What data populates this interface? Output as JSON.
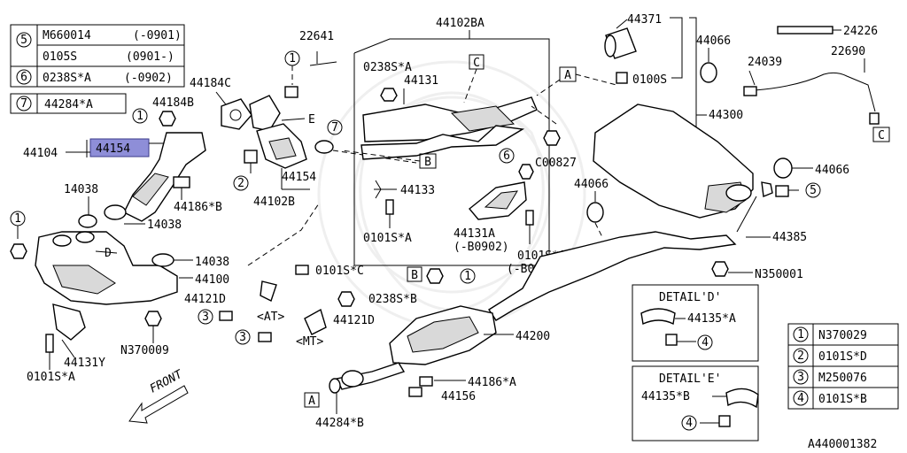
{
  "diagram_id": "A440001382",
  "front_label": "FRONT",
  "top_table": {
    "rows": [
      {
        "num": "5",
        "part": "M660014",
        "range": "(-0901)"
      },
      {
        "num": "",
        "part": "0105S",
        "range": "(0901-)"
      },
      {
        "num": "6",
        "part": "0238S*A",
        "range": "(-0902)"
      },
      {
        "num": "7",
        "part": "44284*A",
        "range": ""
      }
    ]
  },
  "legend": [
    {
      "num": "1",
      "part": "N370029"
    },
    {
      "num": "2",
      "part": "0101S*D"
    },
    {
      "num": "3",
      "part": "M250076"
    },
    {
      "num": "4",
      "part": "0101S*B"
    }
  ],
  "detail_d": {
    "title": "DETAIL'D'",
    "part": "44135*A",
    "ref": "4"
  },
  "detail_e": {
    "title": "DETAIL'E'",
    "part": "44135*B",
    "ref": "4"
  },
  "highlight_part": "44154",
  "labels": {
    "p44104": "44104",
    "p44184b": "44184B",
    "p44184c": "44184C",
    "p22641": "22641",
    "pE": "E",
    "p44154b": "44154",
    "p44102b": "44102B",
    "p44186b": "44186*B",
    "p14038a": "14038",
    "p14038b": "14038",
    "p14038c": "14038",
    "pD": "D",
    "p44100": "44100",
    "pN370009": "N370009",
    "p44131y": "44131Y",
    "p0101sa_l": "0101S*A",
    "p44102ba": "44102BA",
    "p0238sa": "0238S*A",
    "p44131": "44131",
    "p44133": "44133",
    "p0101sa_m": "0101S*A",
    "pC827": "C00827",
    "p44131a": "44131A",
    "p44131a_r": "(-B0902)",
    "p0101sa_r": "0101S*A",
    "p0101sa_rr": "(-B0902)",
    "p0101sc": "0101S*C",
    "p0238sb": "0238S*B",
    "p44121d_a": "44121D",
    "p44121d_b": "44121D",
    "pAT": "<AT>",
    "pMT": "<MT>",
    "p44200": "44200",
    "p44186a": "44186*A",
    "p44156": "44156",
    "p44284b": "44284*B",
    "p44371": "44371",
    "p0100s": "0100S",
    "p44066a": "44066",
    "p44066b": "44066",
    "p44066c": "44066",
    "p44300": "44300",
    "p44385": "44385",
    "pN350001": "N350001",
    "p24226": "24226",
    "p24039": "24039",
    "p22690": "22690"
  },
  "markers": {
    "circ1a": "1",
    "circ1b": "1",
    "circ1c": "1",
    "circ2": "2",
    "circ3a": "3",
    "circ3b": "3",
    "circ5": "5",
    "circ6": "6",
    "circ7": "7",
    "boxA1": "A",
    "boxA2": "A",
    "boxB1": "B",
    "boxB2": "B",
    "boxC1": "C",
    "boxC2": "C"
  }
}
